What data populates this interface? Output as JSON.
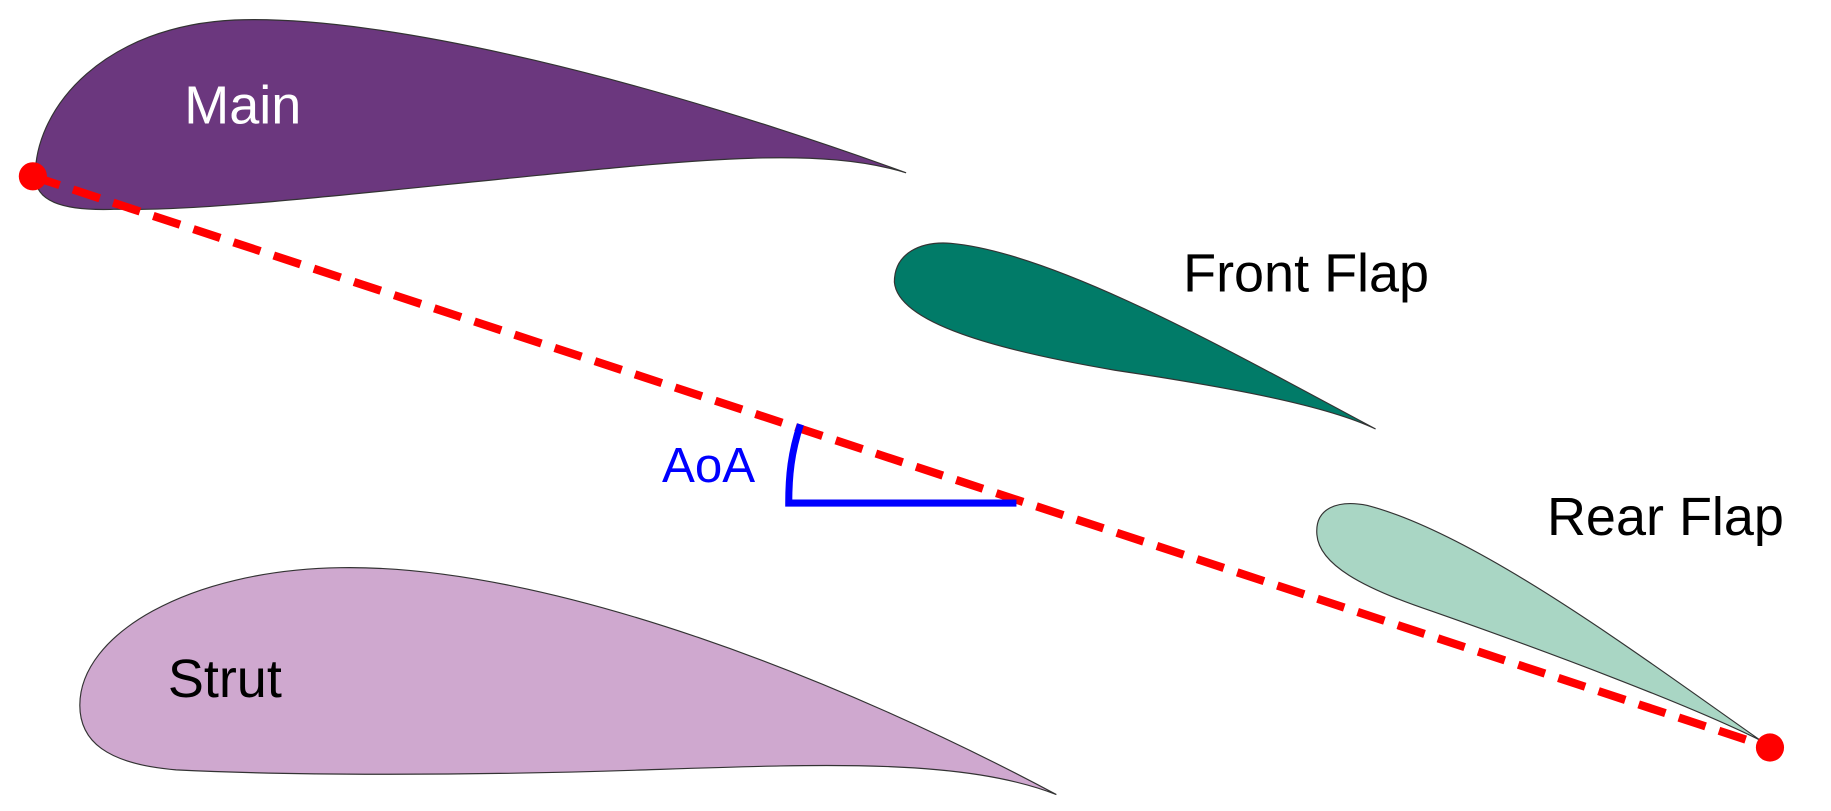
{
  "labels": {
    "main": "Main",
    "front_flap": "Front Flap",
    "rear_flap": "Rear Flap",
    "strut": "Strut",
    "aoa": "AoA"
  },
  "colors": {
    "main": "#6b377e",
    "front_flap": "#017b68",
    "rear_flap": "#a9d6c4",
    "strut": "#cfa8cf",
    "chord_line": "#ff0000",
    "aoa": "#0000ff"
  }
}
